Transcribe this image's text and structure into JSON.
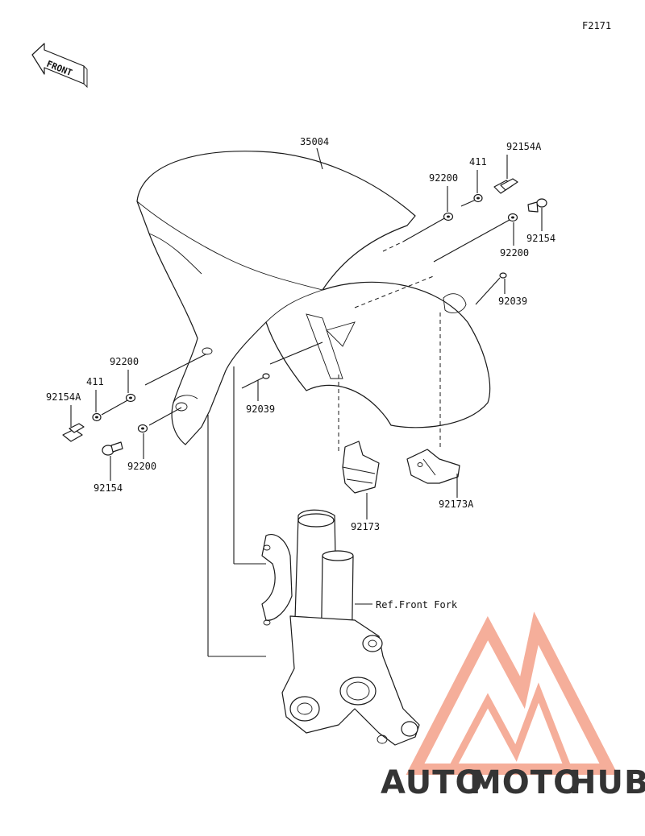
{
  "figure_code": "F2171",
  "front_label": "FRONT",
  "ref_label": "Ref.Front Fork",
  "callouts": {
    "fender": "35004",
    "bolt_a_right": "92154A",
    "washer_411_right": "411",
    "washer_92200_right_top": "92200",
    "bolt_right": "92154",
    "washer_92200_right_bottom": "92200",
    "clamp_right": "92039",
    "washer_92200_left_top": "92200",
    "washer_411_left": "411",
    "bolt_a_left": "92154A",
    "clamp_left": "92039",
    "washer_92200_left_bottom": "92200",
    "bolt_left": "92154",
    "clamp_bracket_left": "92173",
    "clamp_bracket_right": "92173A"
  },
  "watermark": {
    "part1": "AUTO",
    "part2": "MOTO",
    "part3": "HUB",
    "color_primary": "#f4a089",
    "color_secondary": "#f6c06a",
    "color_dark": "#666666"
  }
}
